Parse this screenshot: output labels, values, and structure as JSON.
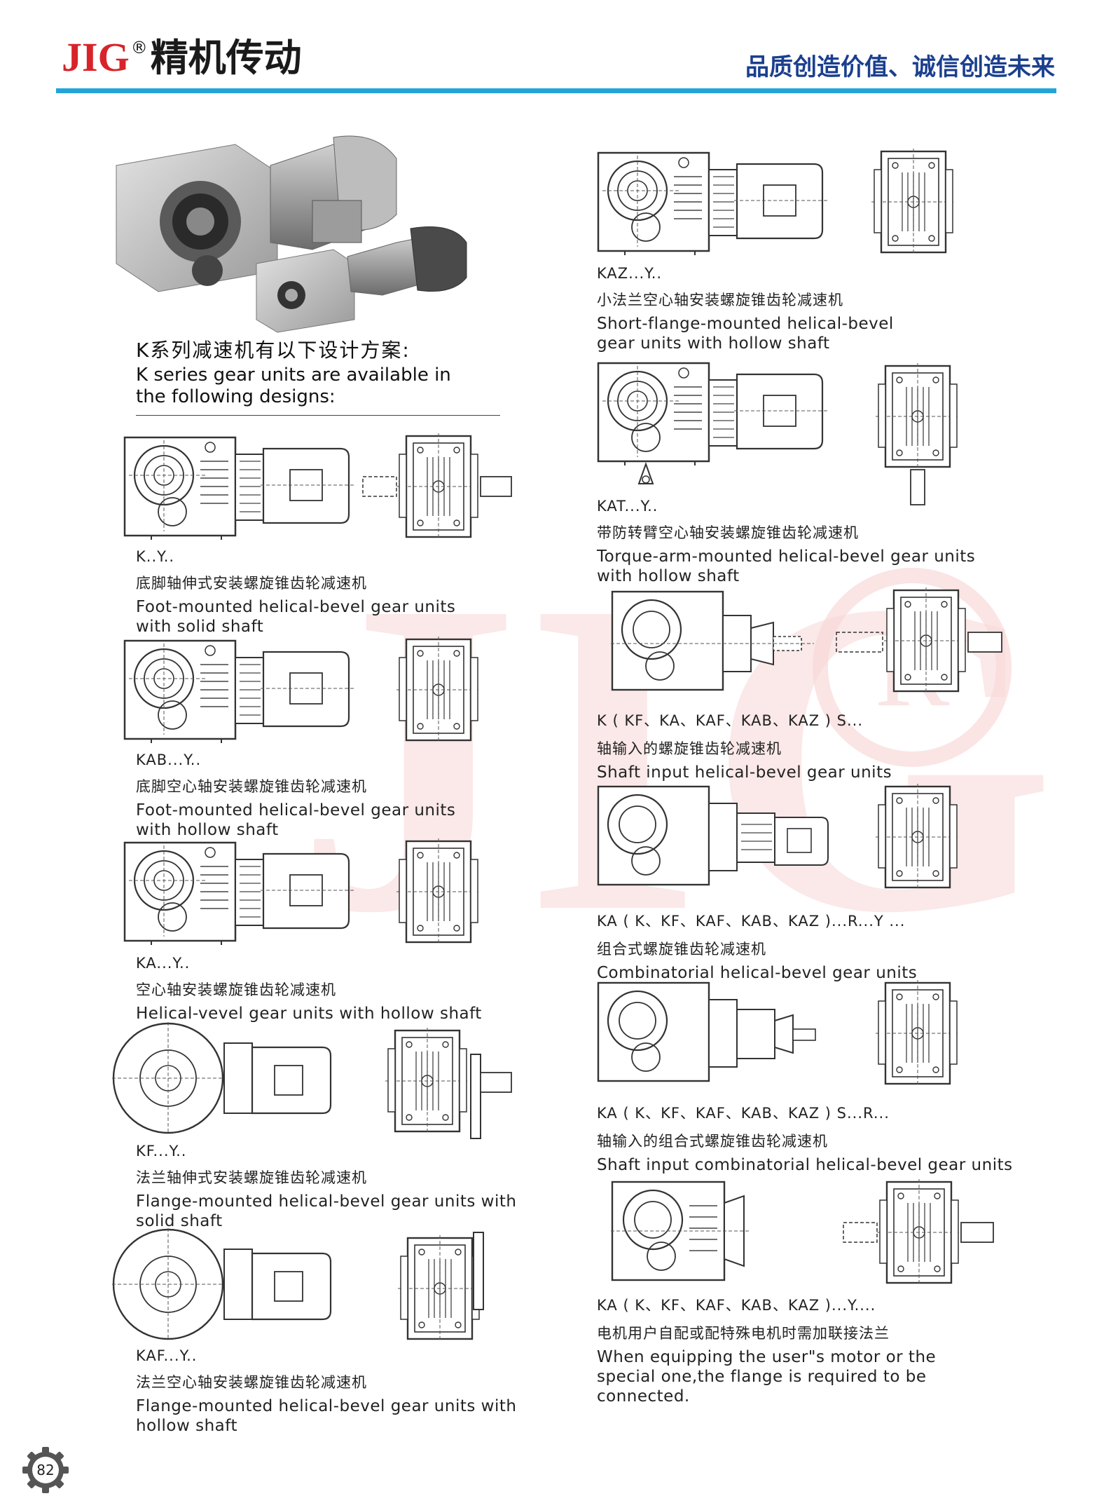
{
  "header": {
    "brand_name": "JIG",
    "brand_mark": "®",
    "brand_cn": "精机传动",
    "slogan": "品质创造价值、诚信创造未来"
  },
  "watermark": {
    "text": "JIG",
    "mark": "R"
  },
  "intro": {
    "cn": "K系列减速机有以下设计方案:",
    "en_line1": "K series gear units are available in",
    "en_line2": "the following designs:"
  },
  "left_items": [
    {
      "code": "K..Y..",
      "cn": "底脚轴伸式安装螺旋锥齿轮减速机",
      "en_line1": "Foot-mounted helical-bevel gear units",
      "en_line2": "with solid shaft"
    },
    {
      "code": "KAB...Y..",
      "cn": "底脚空心轴安装螺旋锥齿轮减速机",
      "en_line1": "Foot-mounted helical-bevel gear units",
      "en_line2": "with hollow shaft"
    },
    {
      "code": "KA...Y..",
      "cn": "空心轴安装螺旋锥齿轮减速机",
      "en_line1": "Helical-vevel gear units with hollow shaft",
      "en_line2": ""
    },
    {
      "code": "KF...Y..",
      "cn": "法兰轴伸式安装螺旋锥齿轮减速机",
      "en_line1": "Flange-mounted helical-bevel gear units with",
      "en_line2": "solid shaft"
    },
    {
      "code": "KAF...Y..",
      "cn": "法兰空心轴安装螺旋锥齿轮减速机",
      "en_line1": "Flange-mounted helical-bevel gear units with",
      "en_line2": "hollow shaft"
    }
  ],
  "right_items": [
    {
      "code": "KAZ...Y..",
      "cn": "小法兰空心轴安装螺旋锥齿轮减速机",
      "en_line1": "Short-flange-mounted helical-bevel",
      "en_line2": "gear units with hollow shaft",
      "en_line3": ""
    },
    {
      "code": "KAT...Y..",
      "cn": "带防转臂空心轴安装螺旋锥齿轮减速机",
      "en_line1": "Torque-arm-mounted helical-bevel gear units",
      "en_line2": "with hollow shaft",
      "en_line3": ""
    },
    {
      "code": "K ( KF、KA、KAF、KAB、KAZ ) S...",
      "cn": "轴输入的螺旋锥齿轮减速机",
      "en_line1": "Shaft input helical-bevel gear units",
      "en_line2": "",
      "en_line3": ""
    },
    {
      "code": "KA ( K、KF、KAF、KAB、KAZ )...R...Y ...",
      "cn": "组合式螺旋锥齿轮减速机",
      "en_line1": "Combinatorial helical-bevel gear units",
      "en_line2": "",
      "en_line3": ""
    },
    {
      "code": "KA ( K、KF、KAF、KAB、KAZ ) S...R...",
      "cn": "轴输入的组合式螺旋锥齿轮减速机",
      "en_line1": "Shaft input combinatorial helical-bevel gear units",
      "en_line2": "",
      "en_line3": ""
    },
    {
      "code": "KA ( K、KF、KAF、KAB、KAZ )...Y....",
      "cn": "电机用户自配或配特殊电机时需加联接法兰",
      "en_line1": "When equipping the user\"s motor or the",
      "en_line2": "special one,the flange is required to be",
      "en_line3": "connected."
    }
  ],
  "page_number": "82"
}
